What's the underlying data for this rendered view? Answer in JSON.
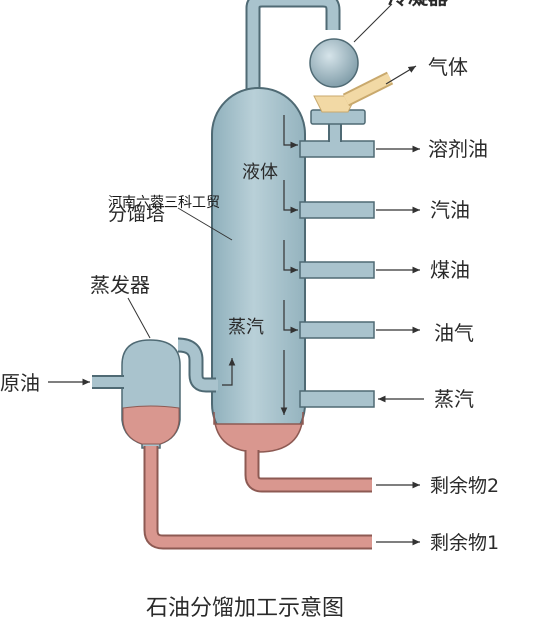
{
  "diagram": {
    "top_label": "冷凝器",
    "tower_label": "分馏塔",
    "watermark": "河南六蓉三科工贸",
    "heater_label": "蒸发器",
    "liquid_label": "液体",
    "vapor_label": "蒸汽",
    "input_label": "原油",
    "outputs": {
      "gas": "气体",
      "solvent_oil": "溶剂油",
      "gasoline": "汽油",
      "kerosene": "煤油",
      "diesel": "油气",
      "steam": "蒸汽",
      "residue_2": "剩余物2",
      "residue_1": "剩余物1"
    },
    "caption": "石油分馏加工示意图",
    "colors": {
      "pipe": "#a9c3cd",
      "pipe_outline": "#4f6a74",
      "residue": "#d9978f",
      "gas_glow": "#f2d9a5",
      "arrow": "#333333",
      "text": "#2a2a2a"
    }
  }
}
